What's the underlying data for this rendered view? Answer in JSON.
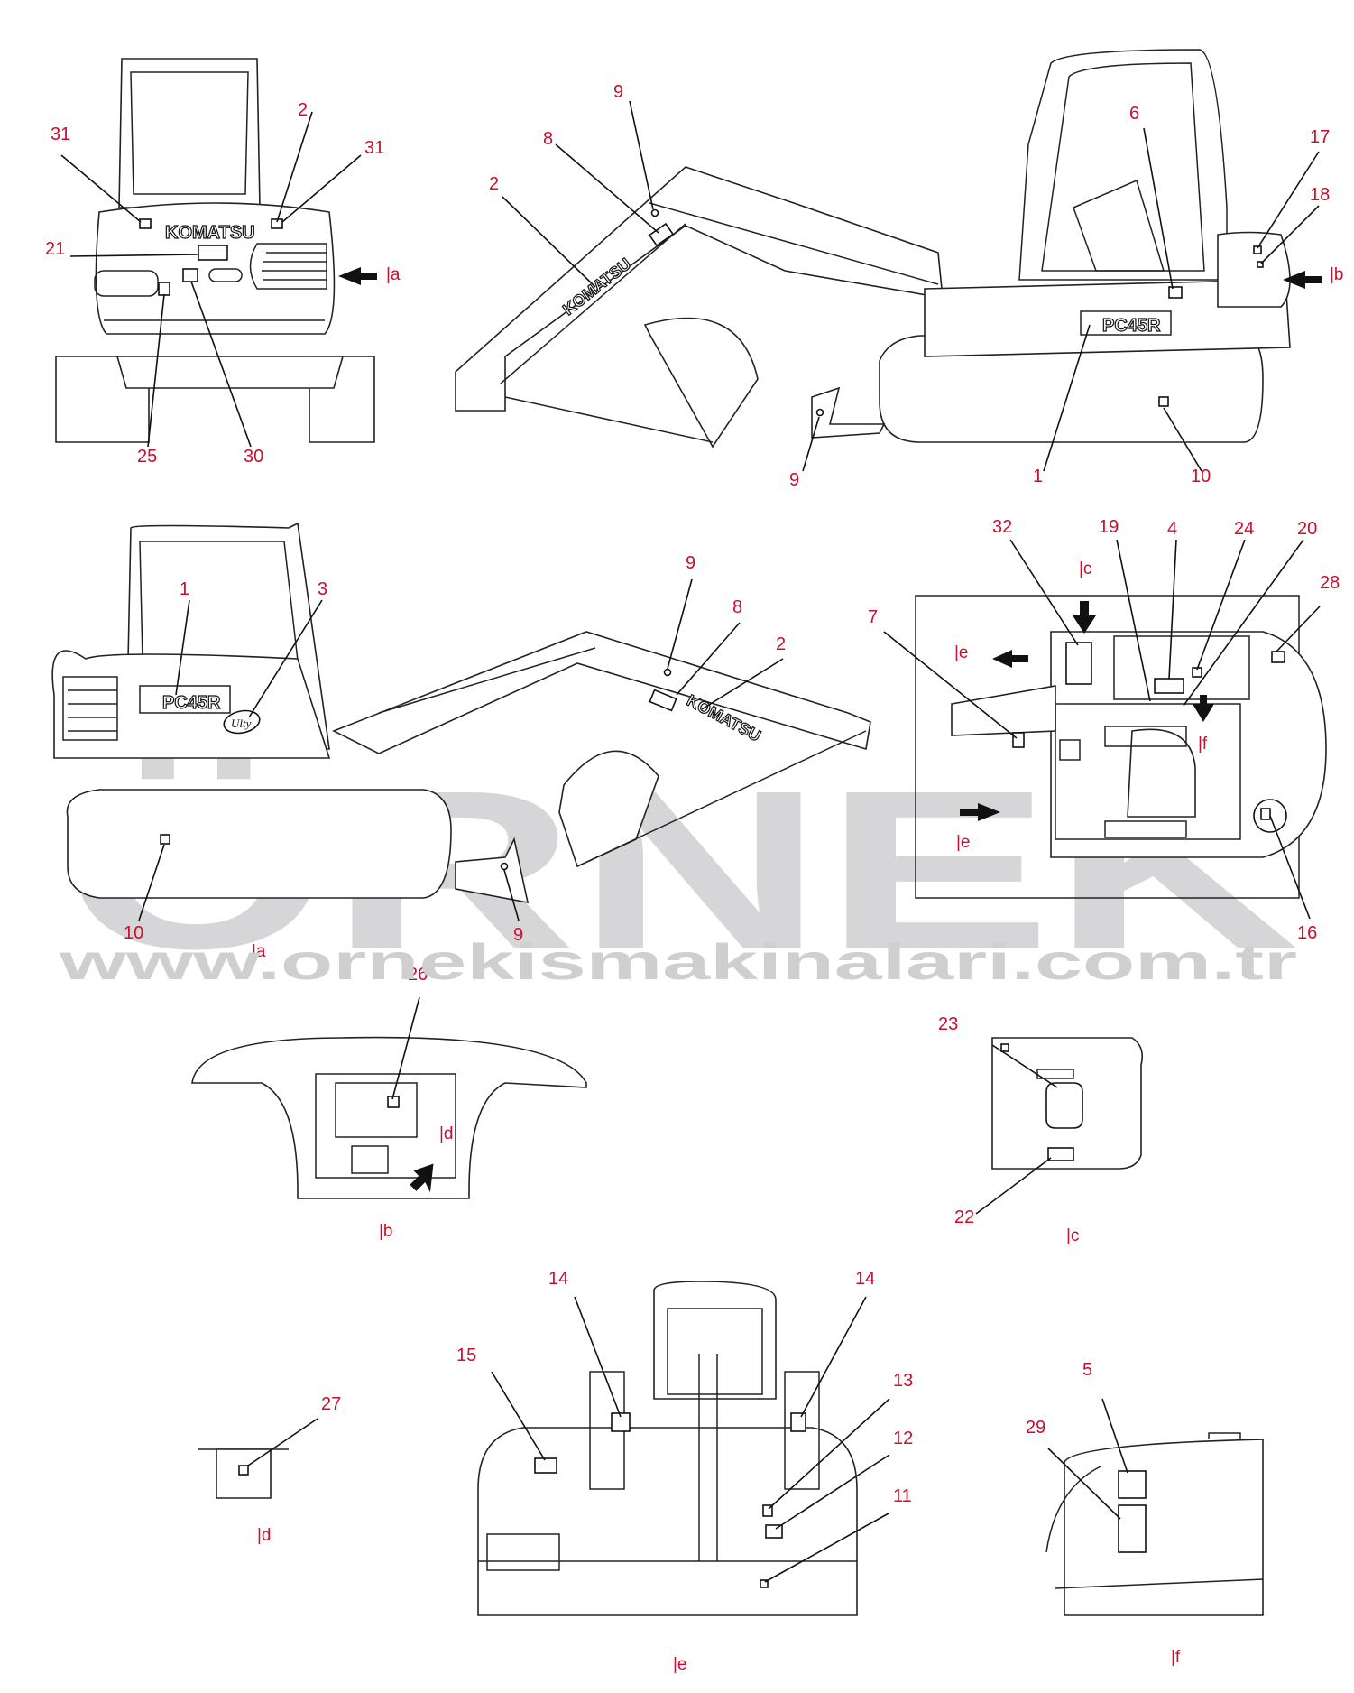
{
  "watermark": {
    "brand": "ÖRNEK",
    "url": "www.ornekismakinalari.com.tr"
  },
  "logos": {
    "brand": "KOMATSU",
    "model": "PC45R",
    "badge": "Ulty"
  },
  "views": {
    "rear_a": "|a",
    "front_b": "|b",
    "top_c": "|c",
    "top_e": "|e",
    "top_f": "|f",
    "bottom_a": "|a",
    "cover_d": "|d",
    "b": "|b",
    "c": "|c",
    "d": "|d",
    "e": "|e",
    "f": "|f"
  },
  "labels": {
    "rear": [
      "31",
      "2",
      "31",
      "21",
      "25",
      "30"
    ],
    "side_right": [
      "9",
      "8",
      "2",
      "6",
      "17",
      "18",
      "9",
      "1",
      "10"
    ],
    "side_left": [
      "1",
      "3",
      "9",
      "8",
      "2",
      "10",
      "9"
    ],
    "top": [
      "32",
      "19",
      "4",
      "24",
      "20",
      "28",
      "7",
      "16"
    ],
    "cover_b": [
      "26"
    ],
    "panel_c": [
      "23",
      "22"
    ],
    "plate_d": [
      "27"
    ],
    "seat_e": [
      "14",
      "14",
      "15",
      "13",
      "12",
      "11"
    ],
    "tank_f": [
      "5",
      "29"
    ]
  },
  "colors": {
    "label": "#c8102e",
    "watermark": "#d6d6d9",
    "line": "#222222"
  }
}
